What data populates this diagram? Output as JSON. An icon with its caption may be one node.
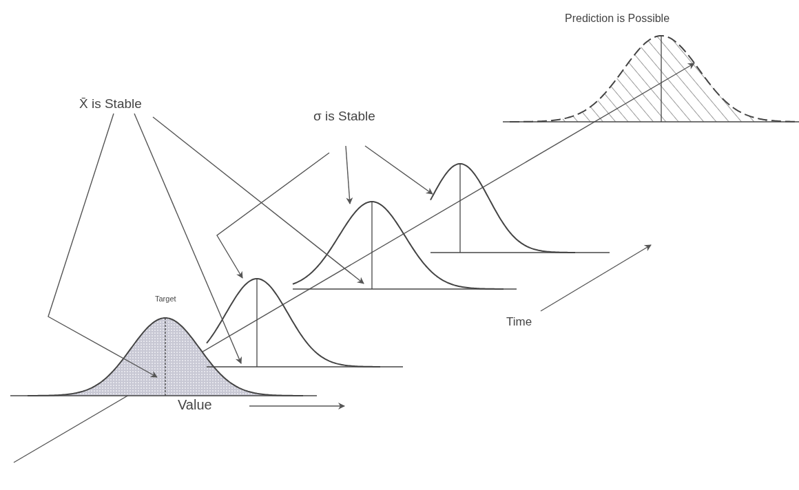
{
  "diagram": {
    "nodes": [
      {
        "text": [
          "X̄ is Stable"
        ]
      },
      {
        "text": [
          "σ is Stable"
        ]
      },
      {
        "text": [],
        "shape": "curve"
      },
      {
        "text": [],
        "shape": "curve"
      },
      {
        "text": [],
        "shape": "curve"
      },
      {
        "text": [],
        "shape": "curve"
      },
      {
        "text": [],
        "shape": "curve"
      }
    ],
    "edges": [
      {
        "from": 0,
        "to": 2,
        "arrow": "to"
      },
      {
        "from": 0,
        "to": 3,
        "arrow": "to"
      },
      {
        "from": 0,
        "to": 4,
        "arrow": "to"
      },
      {
        "from": 1,
        "to": 3,
        "arrow": "to"
      },
      {
        "from": 1,
        "to": 4,
        "arrow": "to"
      },
      {
        "from": 1,
        "to": 5,
        "arrow": "to"
      }
    ],
    "labels": [
      "Prediction is Possible",
      "Target",
      "Value",
      "Time"
    ]
  }
}
